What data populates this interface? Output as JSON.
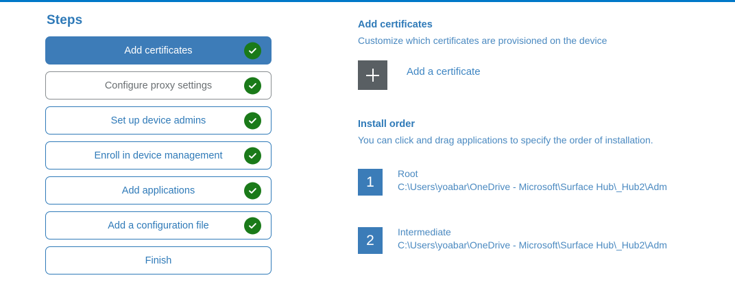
{
  "accent_color": "#0078c8",
  "steps_panel": {
    "title": "Steps",
    "items": [
      {
        "label": "Add certificates",
        "state": "selected",
        "completed": true
      },
      {
        "label": "Configure proxy settings",
        "state": "muted",
        "completed": true
      },
      {
        "label": "Set up device admins",
        "state": "normal",
        "completed": true
      },
      {
        "label": "Enroll in device management",
        "state": "normal",
        "completed": true
      },
      {
        "label": "Add applications",
        "state": "normal",
        "completed": true
      },
      {
        "label": "Add a configuration file",
        "state": "normal",
        "completed": true
      },
      {
        "label": "Finish",
        "state": "normal",
        "completed": false
      }
    ]
  },
  "content": {
    "certificates": {
      "heading": "Add certificates",
      "subtitle": "Customize which certificates are provisioned on the device",
      "add_label": "Add a certificate",
      "add_icon": "plus-icon"
    },
    "install_order": {
      "heading": "Install order",
      "subtitle": "You can click and drag applications to specify the order of installation.",
      "items": [
        {
          "number": "1",
          "name": "Root",
          "path": "C:\\Users\\yoabar\\OneDrive - Microsoft\\Surface Hub\\_Hub2\\Adm"
        },
        {
          "number": "2",
          "name": "Intermediate",
          "path": "C:\\Users\\yoabar\\OneDrive - Microsoft\\Surface Hub\\_Hub2\\Adm"
        }
      ]
    }
  }
}
